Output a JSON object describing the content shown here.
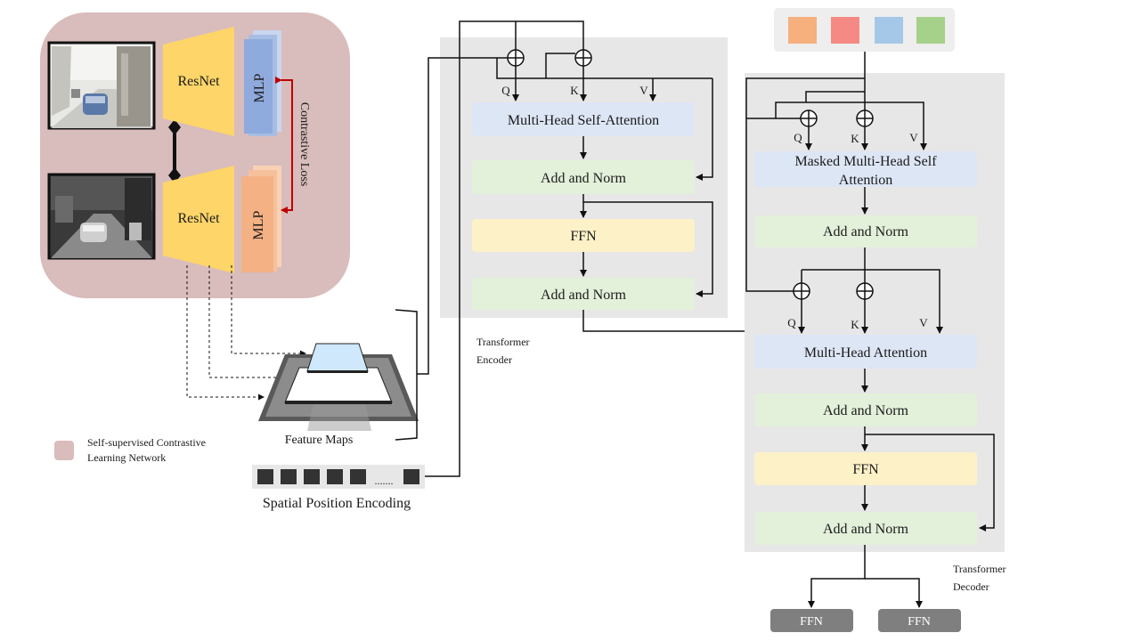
{
  "contrastive": {
    "resnet_top": "ResNet",
    "resnet_bottom": "ResNet",
    "mlp_top": "MLP",
    "mlp_bottom": "MLP",
    "loss_label": "Contrastive Loss"
  },
  "legend": {
    "label_line1": "Self-supervised Contrastive",
    "label_line2": "Learning Network",
    "swatch_color": "#d9bcbc"
  },
  "feature_maps": {
    "caption": "Feature Maps"
  },
  "spatial_encoding": {
    "caption": "Spatial Position Encoding",
    "ellipsis": "......."
  },
  "encoder": {
    "q": "Q",
    "k": "K",
    "v": "V",
    "mhsa": "Multi-Head Self-Attention",
    "add_norm_1": "Add and Norm",
    "ffn": "FFN",
    "add_norm_2": "Add and Norm",
    "caption_line1": "Transformer",
    "caption_line2": "Encoder"
  },
  "decoder": {
    "q1": "Q",
    "k1": "K",
    "v1": "V",
    "masked_line1": "Masked Multi-Head Self",
    "masked_line2": "Attention",
    "add_norm_1": "Add and Norm",
    "q2": "Q",
    "k2": "K",
    "v2": "V",
    "mha": "Multi-Head Attention",
    "add_norm_2": "Add and Norm",
    "ffn": "FFN",
    "add_norm_3": "Add and Norm",
    "caption_line1": "Transformer",
    "caption_line2": "Decoder"
  },
  "queries": {
    "colors": [
      "#f5b07e",
      "#f58a84",
      "#a5c8e8",
      "#a5d18a"
    ]
  },
  "outputs": {
    "ffn_left": "FFN",
    "ffn_right": "FFN"
  },
  "colors": {
    "panel_bg": "#d9bcbc",
    "attention": "#dde6f5",
    "add_norm": "#e3f0da",
    "ffn": "#fdf1c8",
    "resnet": "#fdd569",
    "mlp_blue": "#8faadc",
    "mlp_orange": "#f4b183",
    "transformer_bg": "#e7e7e7",
    "output_box": "#7f7f7f",
    "loss_arrow": "#c00000"
  }
}
